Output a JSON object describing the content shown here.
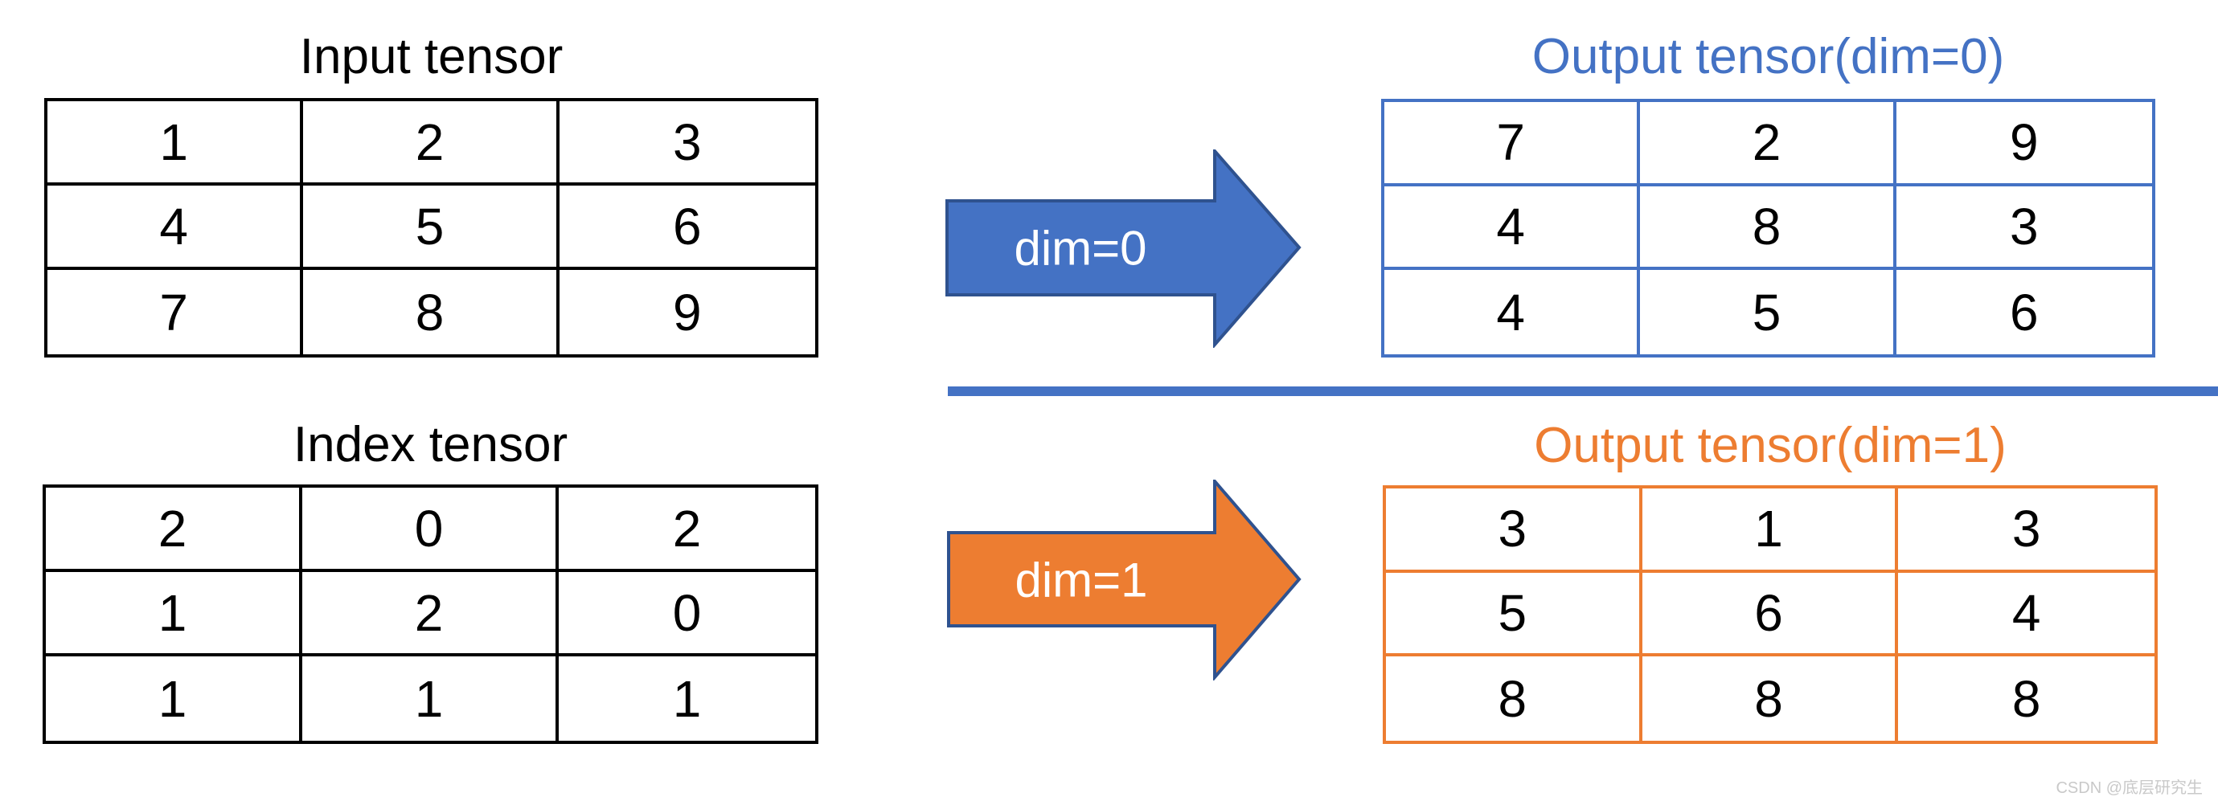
{
  "titles": {
    "input": "Input tensor",
    "index": "Index tensor",
    "output_dim0": "Output tensor(dim=0)",
    "output_dim1": "Output tensor(dim=1)"
  },
  "arrows": [
    {
      "label": "dim=0",
      "fill": "#4472C4",
      "border": "#2F528F"
    },
    {
      "label": "dim=1",
      "fill": "#ED7D31",
      "border": "#2F528F"
    }
  ],
  "tables": {
    "input": {
      "values": [
        [
          "1",
          "2",
          "3"
        ],
        [
          "4",
          "5",
          "6"
        ],
        [
          "7",
          "8",
          "9"
        ]
      ]
    },
    "index": {
      "values": [
        [
          "2",
          "0",
          "2"
        ],
        [
          "1",
          "2",
          "0"
        ],
        [
          "1",
          "1",
          "1"
        ]
      ]
    },
    "output_dim0": {
      "values": [
        [
          "7",
          "2",
          "9"
        ],
        [
          "4",
          "8",
          "3"
        ],
        [
          "4",
          "5",
          "6"
        ]
      ]
    },
    "output_dim1": {
      "values": [
        [
          "3",
          "1",
          "3"
        ],
        [
          "5",
          "6",
          "4"
        ],
        [
          "8",
          "8",
          "8"
        ]
      ]
    }
  },
  "colors": {
    "blue_accent": "#4472C4",
    "orange_accent": "#ED7D31",
    "arrow_border": "#2F528F",
    "divider": "#4472C4",
    "table_border_black": "#000000",
    "watermark_gray": "#C9C9C9"
  },
  "watermark": "CSDN @底层研究生"
}
